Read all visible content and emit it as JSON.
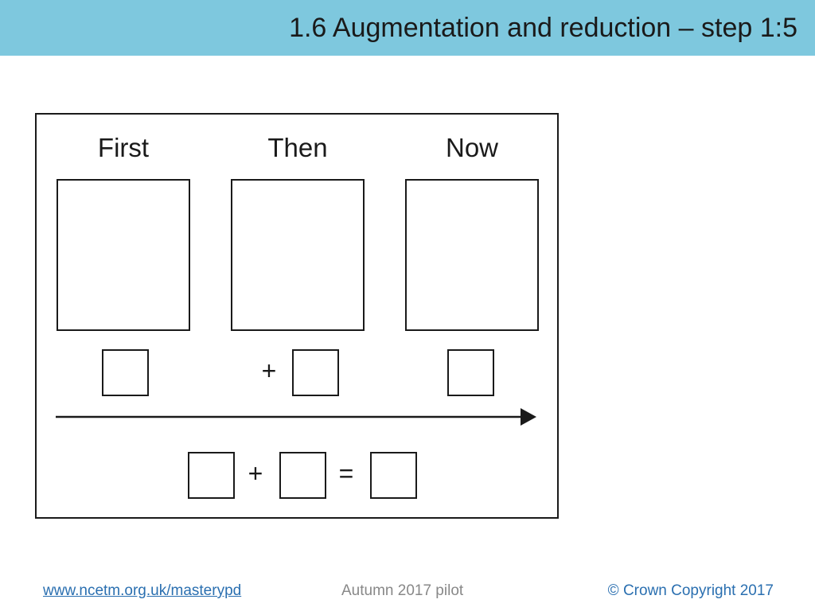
{
  "header": {
    "title": "1.6 Augmentation and reduction – step 1:5",
    "background_color": "#7ec8de"
  },
  "diagram": {
    "columns": [
      "First",
      "Then",
      "Now"
    ],
    "plus_symbol": "+",
    "equals_symbol": "="
  },
  "footer": {
    "link": "www.ncetm.org.uk/masterypd",
    "center": "Autumn 2017 pilot",
    "copyright": "© Crown Copyright 2017"
  }
}
